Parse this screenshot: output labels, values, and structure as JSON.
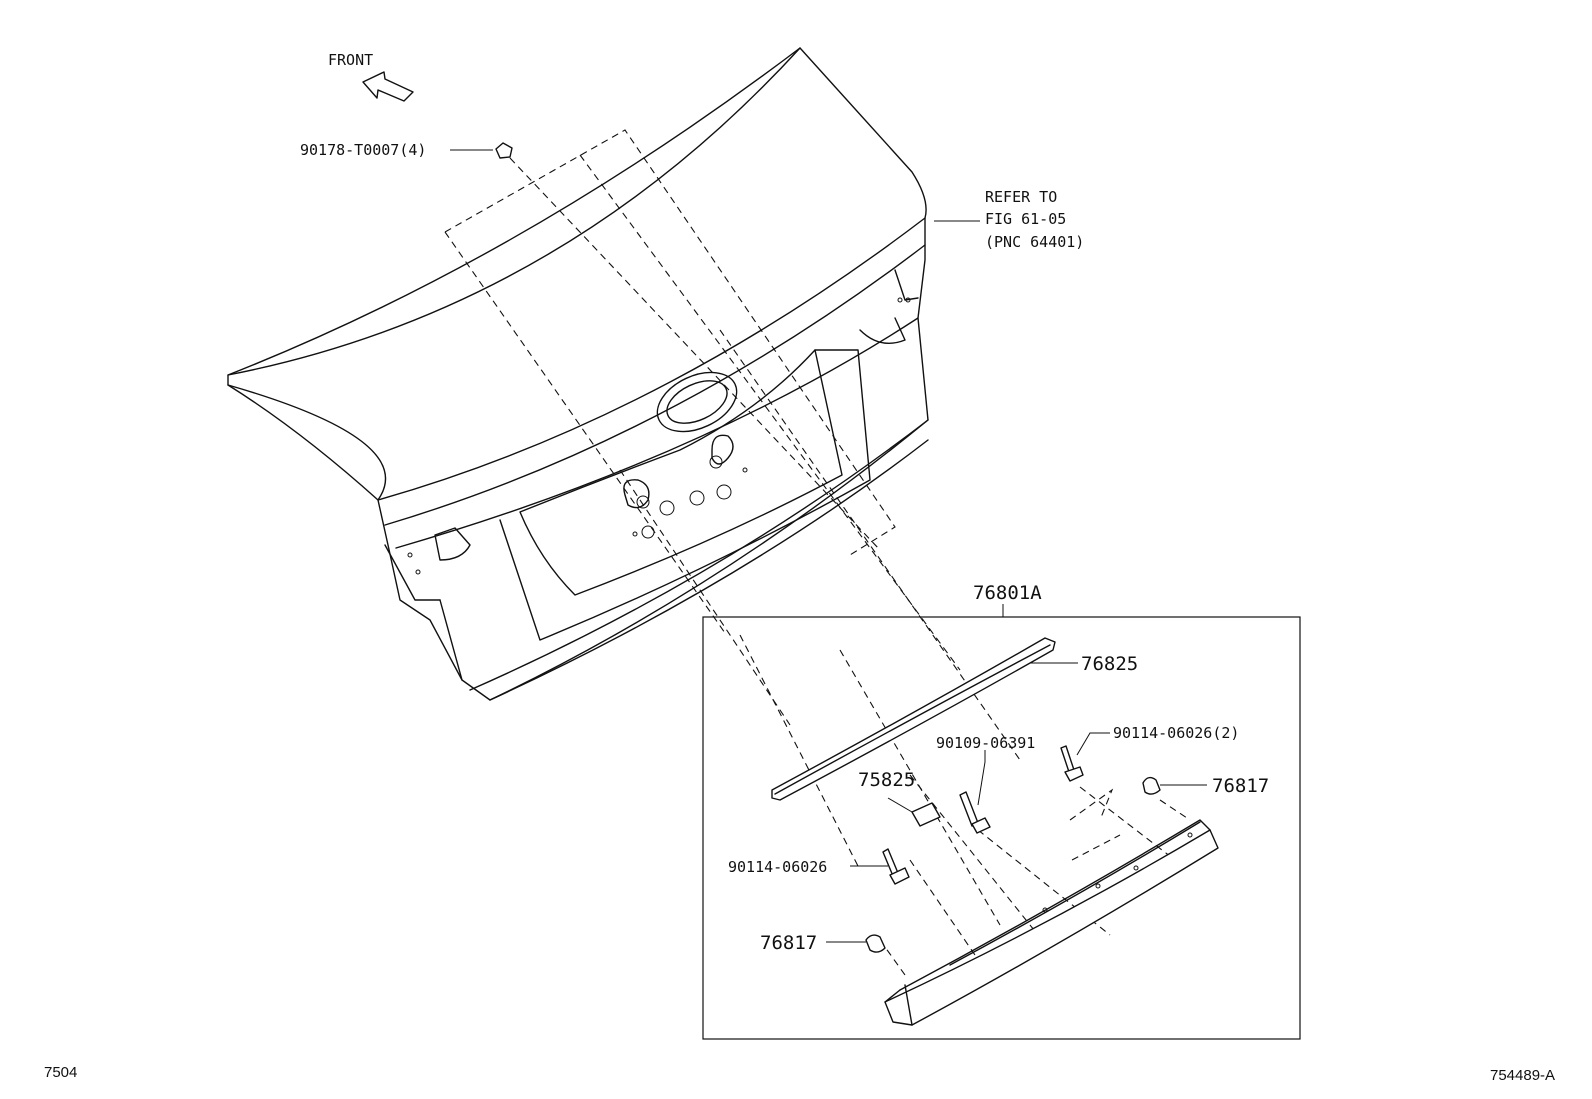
{
  "labels": {
    "front": "FRONT",
    "clip_top": "90178-T0007(4)",
    "refer_line1": "REFER TO",
    "refer_line2": "FIG 61-05",
    "refer_line3": "(PNC 64401)",
    "assembly": "76801A",
    "weatherstrip": "76825",
    "screw_right": "90114-06026(2)",
    "bolt_center": "90109-06391",
    "pad": "75825",
    "clip_right": "76817",
    "screw_left": "90114-06026",
    "clip_left": "76817"
  },
  "footer": {
    "left_code": "7504",
    "right_code": "754489-A"
  }
}
